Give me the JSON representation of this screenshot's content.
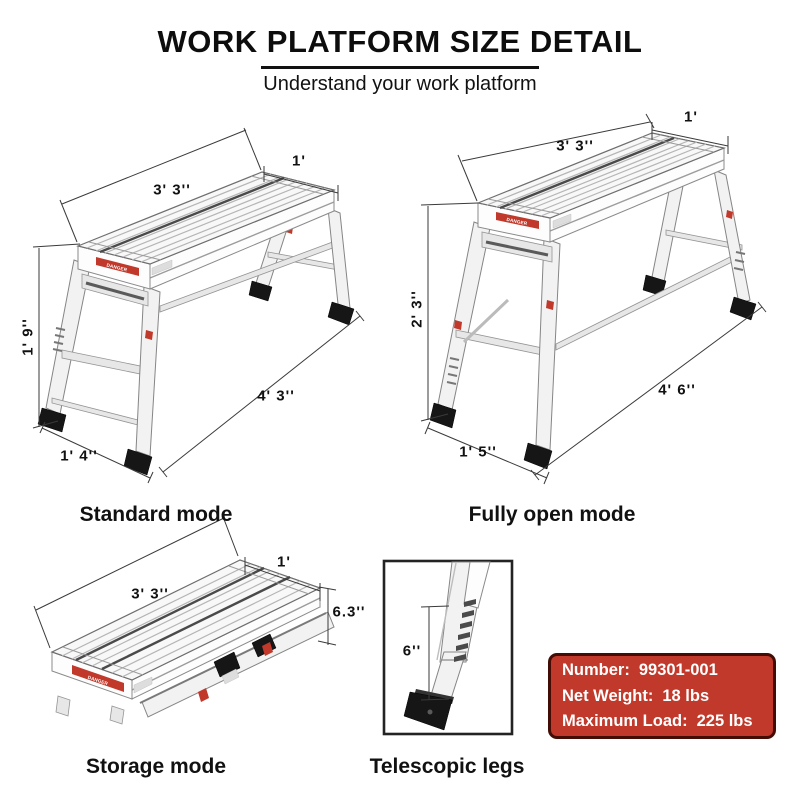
{
  "header": {
    "title": "WORK PLATFORM SIZE DETAIL",
    "subtitle": "Understand your work platform"
  },
  "figures": {
    "standard": {
      "caption": "Standard mode",
      "dimensions": {
        "platform_length": "3' 3''",
        "platform_width": "1'",
        "height": "1' 9''",
        "base_length": "4' 3''",
        "base_width": "1' 4''"
      }
    },
    "fully_open": {
      "caption": "Fully open mode",
      "dimensions": {
        "platform_length": "3' 3''",
        "platform_width": "1'",
        "height": "2' 3''",
        "base_length": "4' 6''",
        "base_width": "1' 5''"
      }
    },
    "storage": {
      "caption": "Storage mode",
      "dimensions": {
        "platform_length": "3' 3''",
        "platform_width": "1'",
        "folded_height": "6.3''"
      }
    },
    "telescopic": {
      "caption": "Telescopic legs",
      "dimensions": {
        "leg_extension": "6''"
      }
    }
  },
  "stickers": {
    "danger_label": "DANGER"
  },
  "spec_box": {
    "rows": [
      {
        "label": "Number:",
        "value": "99301-001"
      },
      {
        "label": "Net Weight:",
        "value": "18 lbs"
      },
      {
        "label": "Maximum Load:",
        "value": "225 lbs"
      }
    ]
  },
  "colors": {
    "accent_red": "#c0392b",
    "spec_box_border": "#430d05",
    "spec_box_text": "#ffffff"
  }
}
